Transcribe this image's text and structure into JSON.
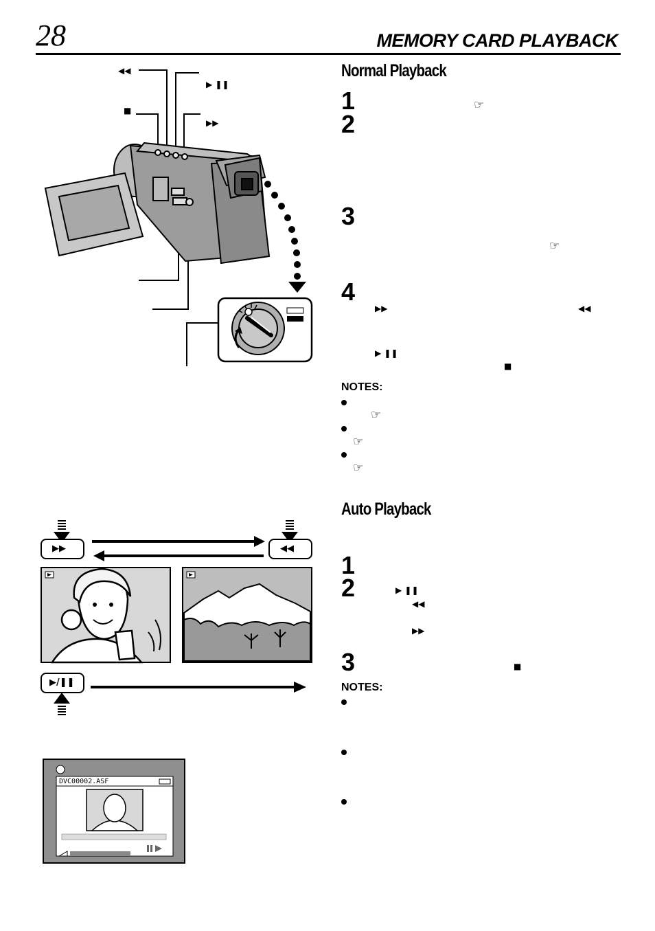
{
  "header": {
    "page_number": "28",
    "running_head": "MEMORY CARD PLAYBACK"
  },
  "sections": {
    "normal_playback": {
      "title": "Normal Playback"
    },
    "auto_playback": {
      "title": "Auto Playback"
    }
  },
  "steps": {
    "n1": "1",
    "n2": "2",
    "n3": "3",
    "n4": "4",
    "a1": "1",
    "a2": "2",
    "a3": "3"
  },
  "notes_label": "NOTES:",
  "symbols": {
    "rewind": "◀◀",
    "play_pause": "▶ ❚❚",
    "stop": "■",
    "fast_forward": "▶▶",
    "play_pause_button": "▶/❚❚",
    "ref": "☞"
  },
  "screen": {
    "filename": "DVC00002.ASF"
  }
}
